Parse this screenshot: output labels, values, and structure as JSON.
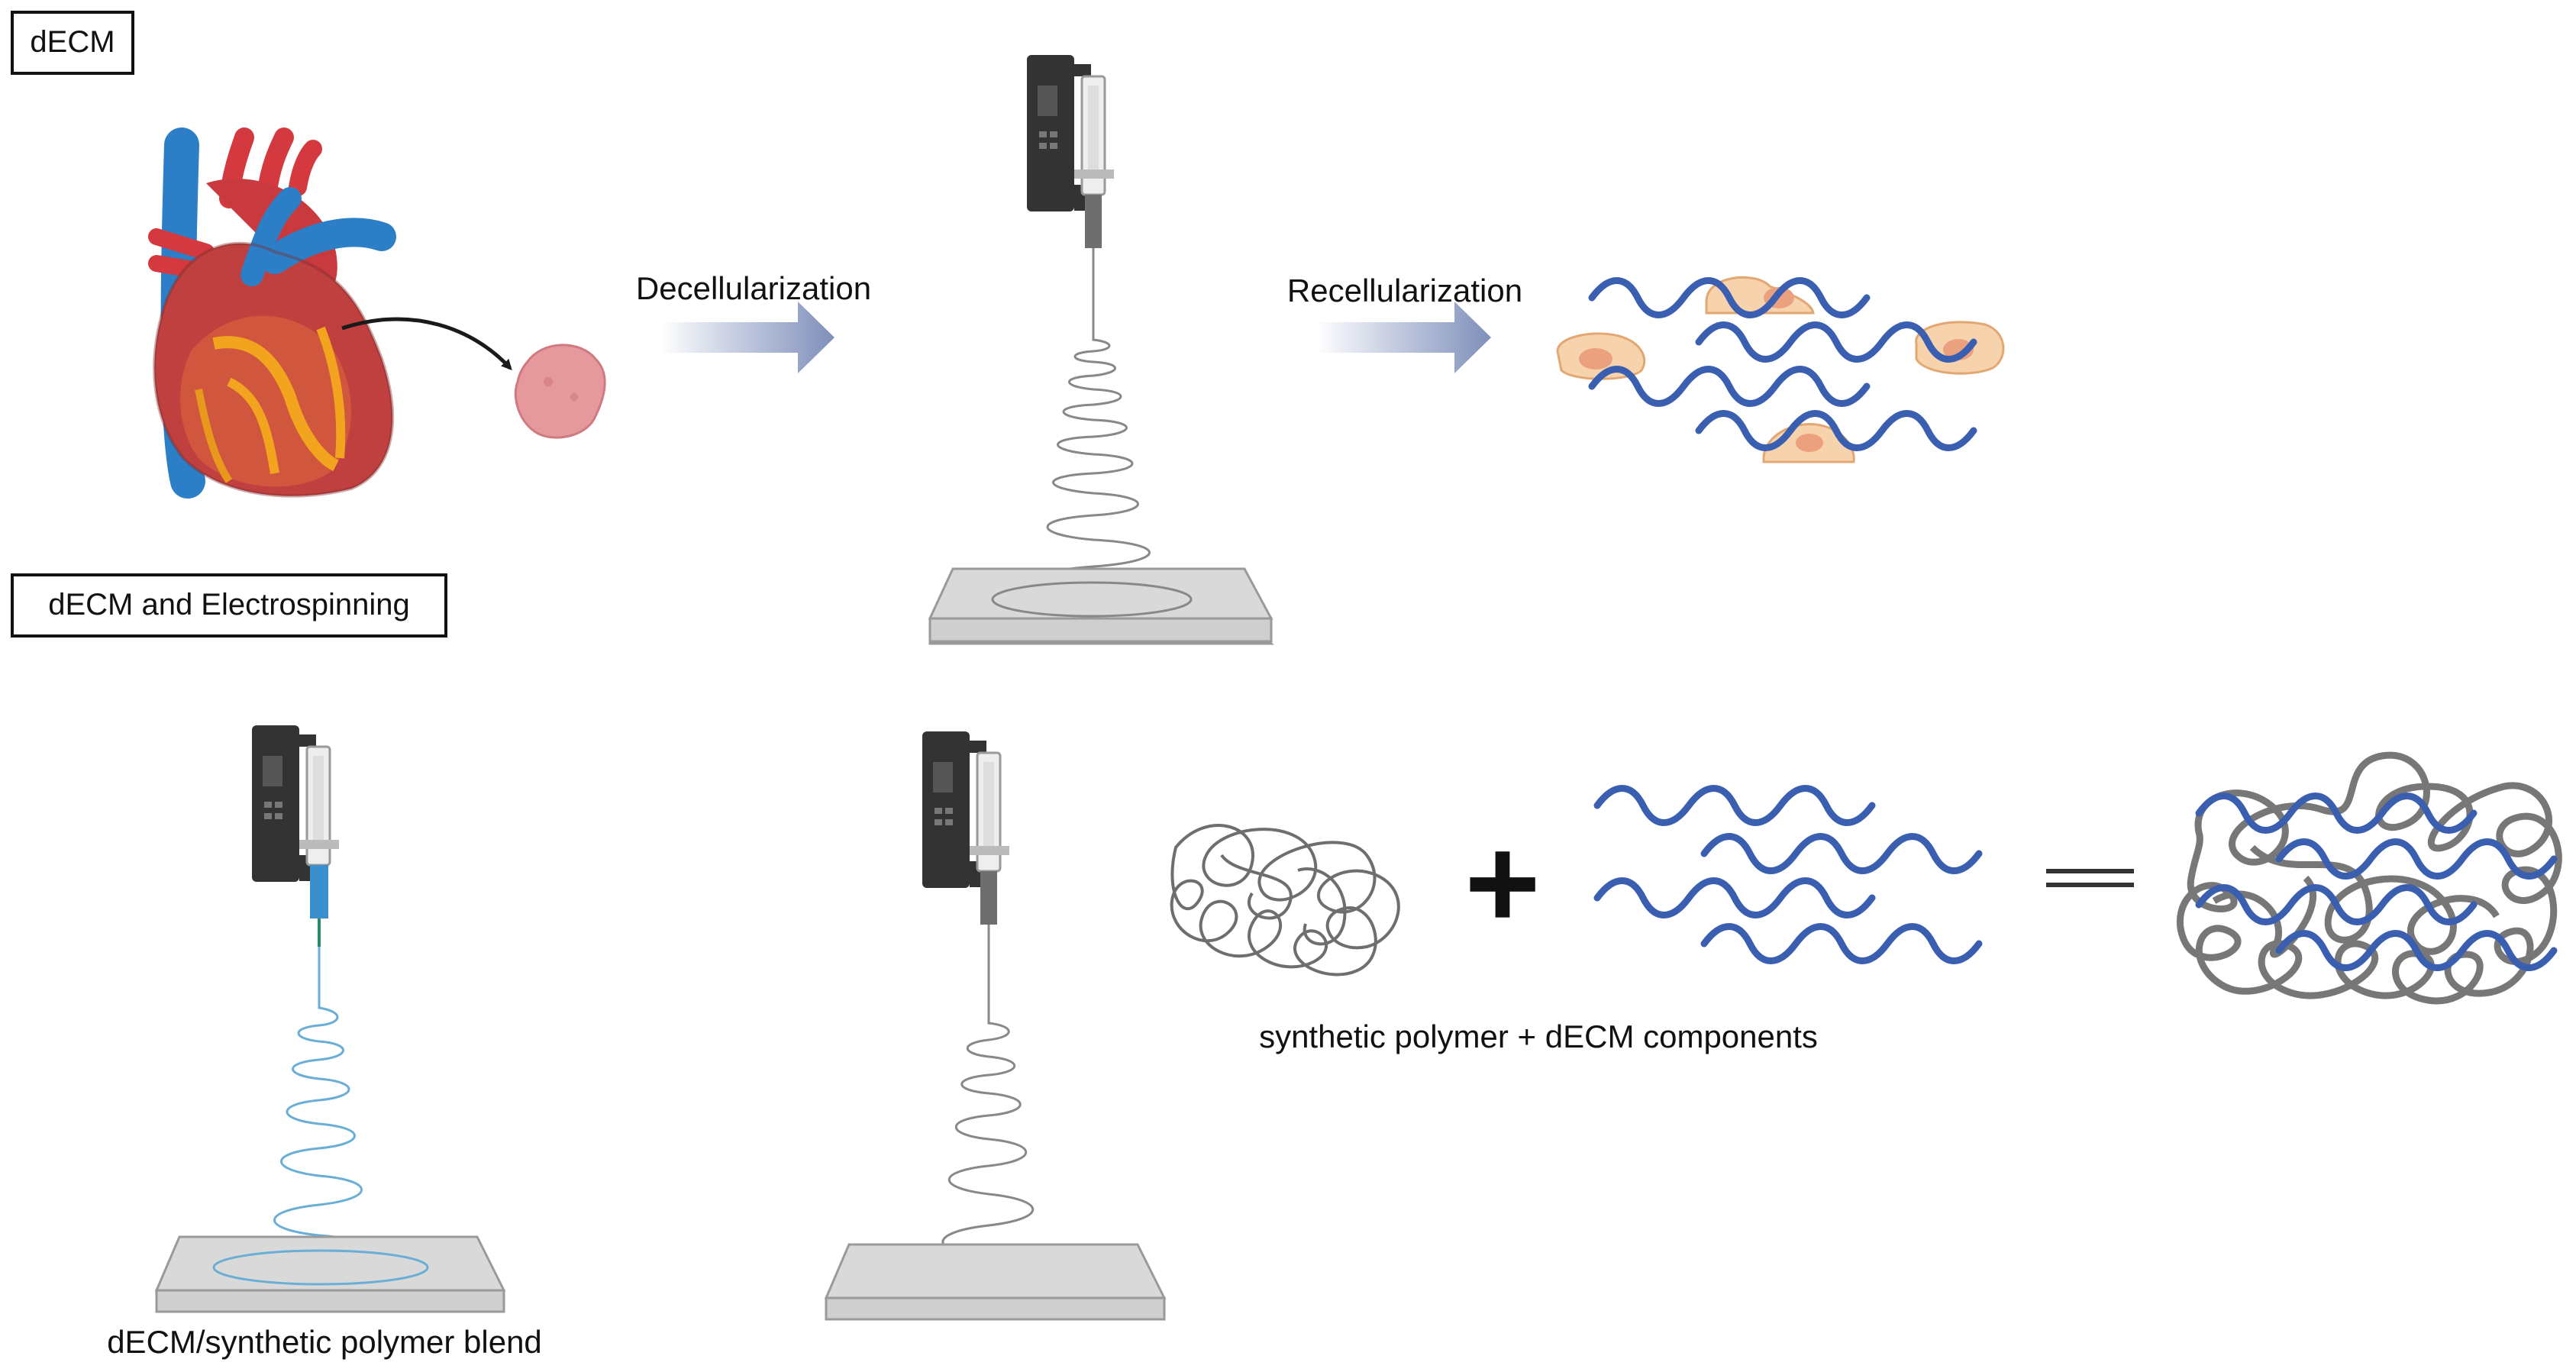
{
  "sections": {
    "top_label": "dECM",
    "bottom_label": "dECM and Electrospinning"
  },
  "arrows": {
    "decellularization": "Decellularization",
    "recellularization": "Recellularization"
  },
  "captions": {
    "blend": "dECM/synthetic polymer blend",
    "components": "synthetic polymer + dECM components"
  },
  "operators": {
    "plus": "+"
  },
  "colors": {
    "box_border": "#111111",
    "arrow_fill": "#7f8fba",
    "dECM_fiber": "#3a5fb0",
    "synthetic_fiber": "#7a7a7a",
    "collector": "#d9d9d9",
    "cell": "#f6d2ad",
    "nucleus": "#eba07e",
    "blue_jet": "#6aaed6"
  },
  "icons": [
    "heart-icon",
    "tissue-icon",
    "electrospinner-icon",
    "collector-plate-icon",
    "cell-icon",
    "fiber-tangle-icon"
  ]
}
